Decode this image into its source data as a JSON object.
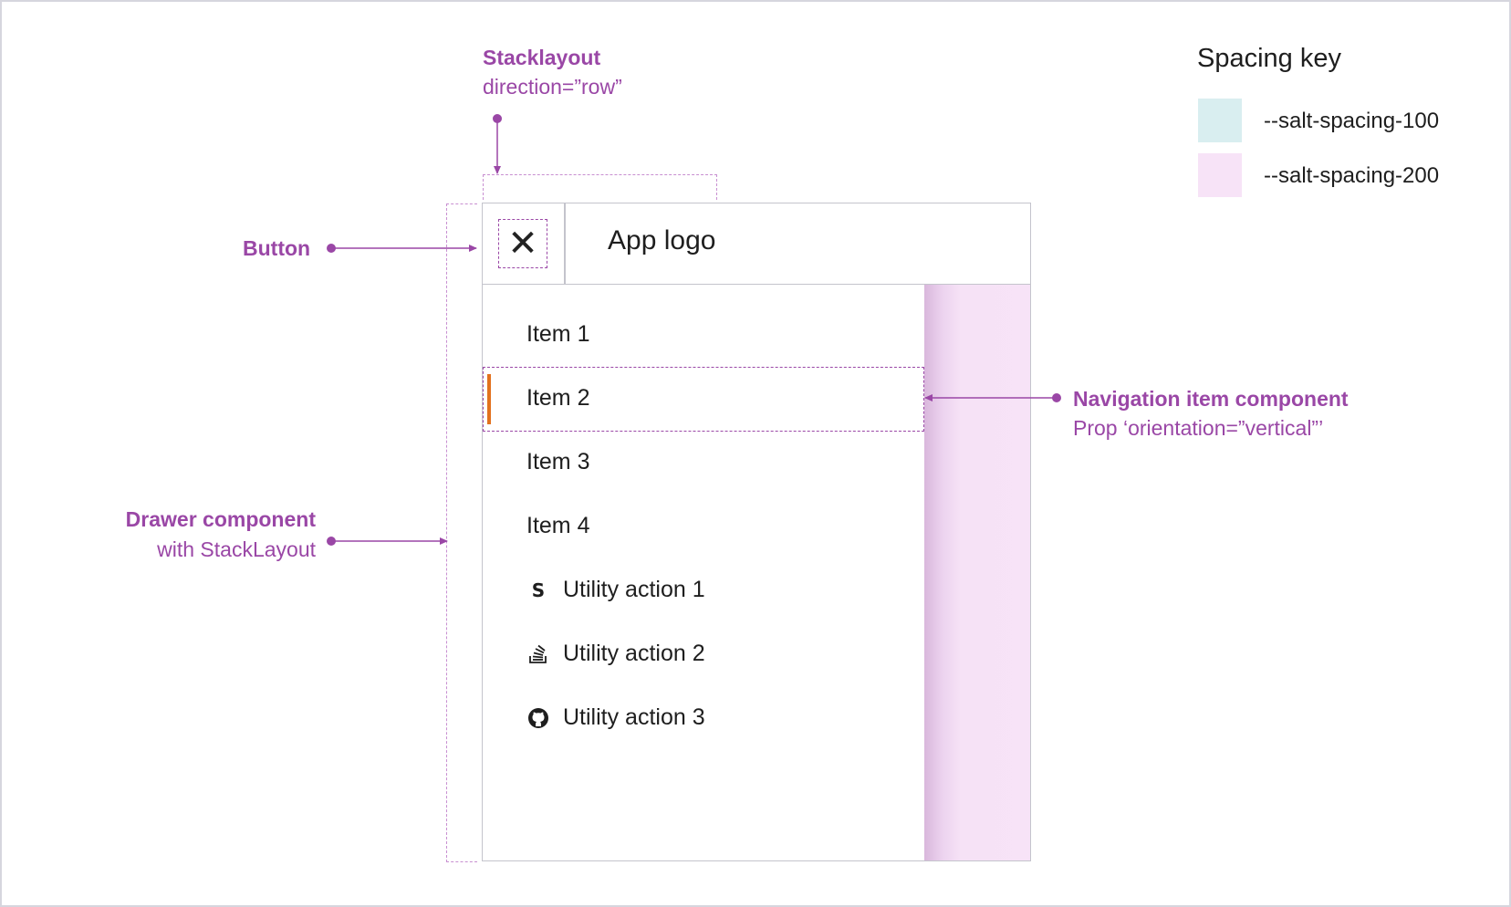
{
  "annotations": {
    "stacklayout": {
      "title": "Stacklayout",
      "sub": "direction=”row”"
    },
    "button": {
      "title": "Button"
    },
    "drawer": {
      "title": "Drawer component",
      "sub": "with StackLayout"
    },
    "nav_item": {
      "title": "Navigation item component",
      "sub": "Prop ‘orientation=”vertical”’"
    }
  },
  "drawer": {
    "close_glyph": "✕",
    "app_logo": "App logo",
    "items": [
      {
        "label": "Item 1",
        "icon": ""
      },
      {
        "label": "Item 2",
        "icon": "",
        "selected": true
      },
      {
        "label": "Item 3",
        "icon": ""
      },
      {
        "label": "Item 4",
        "icon": ""
      },
      {
        "label": "Utility action 1",
        "icon": "storybook-icon"
      },
      {
        "label": "Utility action 2",
        "icon": "stackoverflow-icon"
      },
      {
        "label": "Utility action 3",
        "icon": "github-icon"
      }
    ]
  },
  "spacing_key": {
    "title": "Spacing key",
    "entries": [
      {
        "label": "--salt-spacing-100",
        "color": "#d9eef0"
      },
      {
        "label": "--salt-spacing-200",
        "color": "#f7e3f7"
      }
    ]
  },
  "colors": {
    "annotation": "#9a47a6",
    "active_indicator": "#e2711d",
    "border": "#c4c4cc"
  }
}
